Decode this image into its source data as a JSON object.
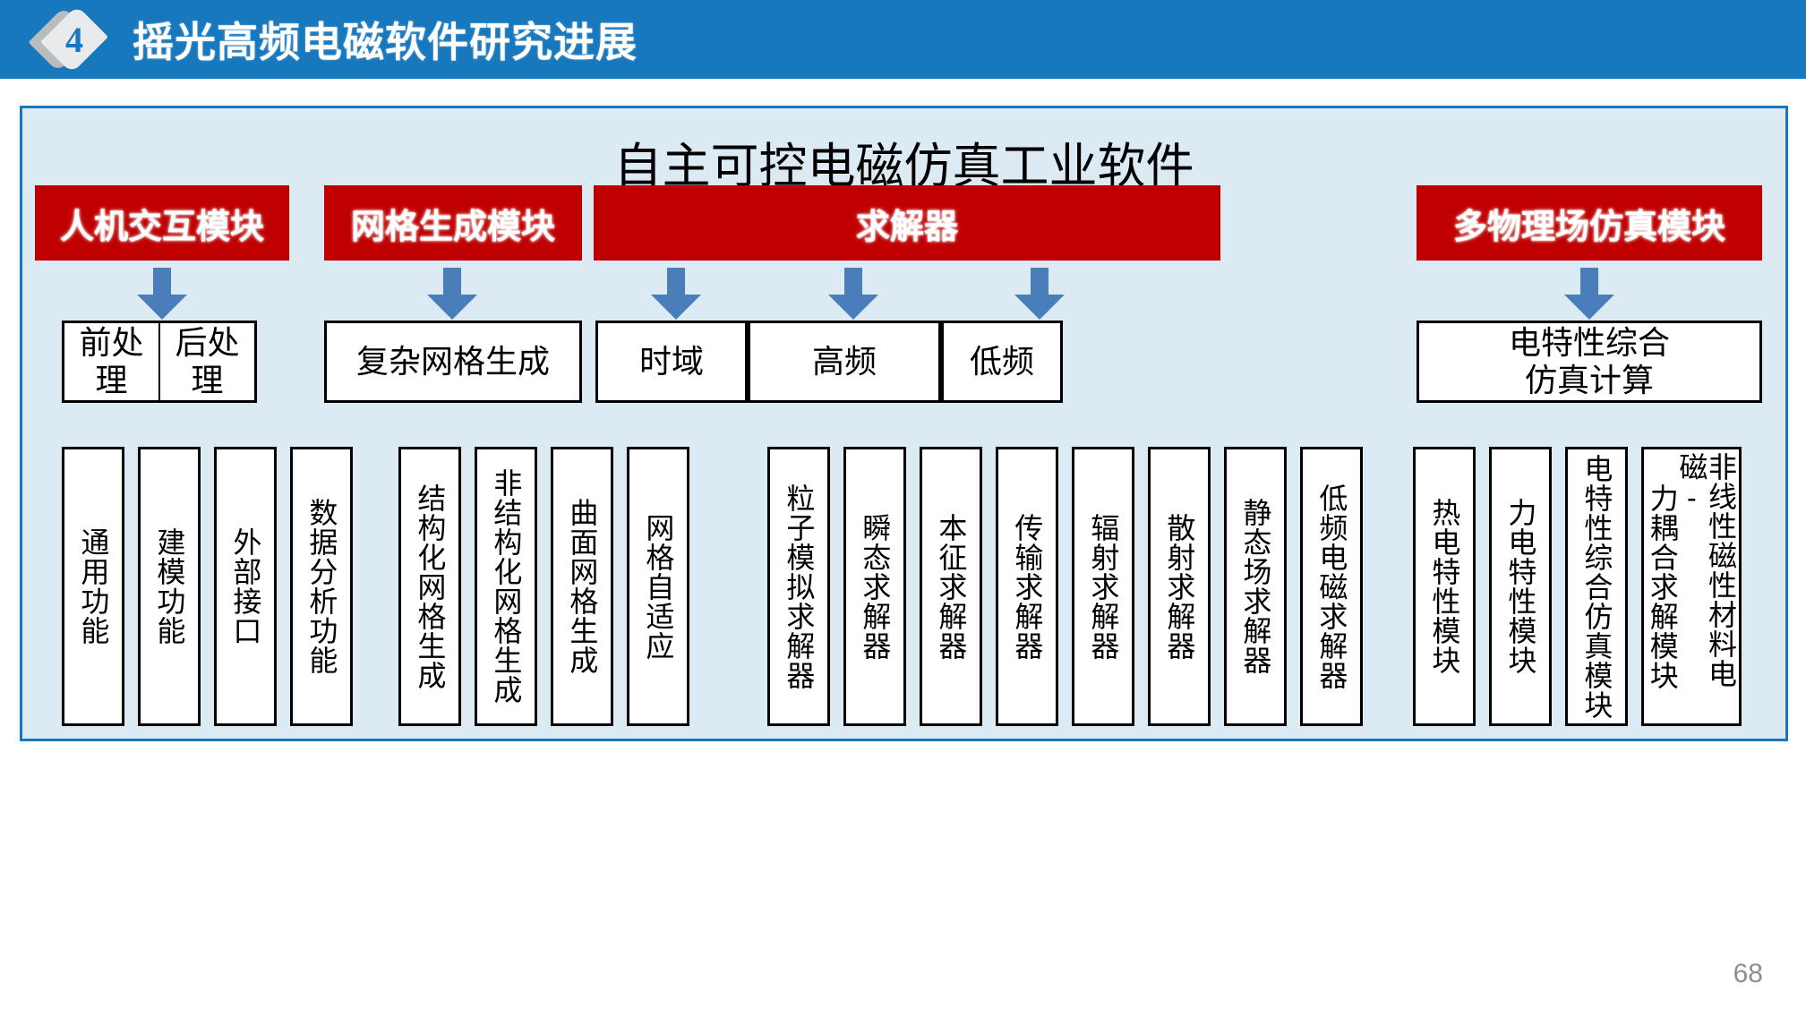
{
  "header": {
    "badge_number": "4",
    "title": "摇光高频电磁软件研究进展",
    "bar_color": "#1878BE"
  },
  "panel": {
    "title": "自主可控电磁仿真工业软件",
    "background": "#dcebf3",
    "border_color": "#1878BE"
  },
  "colors": {
    "module_red": "#C00000",
    "arrow_blue": "#4A7EBB",
    "box_border": "#000000",
    "page_number": "#8e8e8e"
  },
  "modules": [
    {
      "id": "hmi",
      "label": "人机交互模块"
    },
    {
      "id": "mesh",
      "label": "网格生成模块"
    },
    {
      "id": "solver",
      "label": "求解器"
    },
    {
      "id": "multiphysics",
      "label": "多物理场仿真模块"
    }
  ],
  "sub_boxes": [
    {
      "id": "pre",
      "label": "前处理"
    },
    {
      "id": "post",
      "label": "后处理"
    },
    {
      "id": "complex-mesh",
      "label": "复杂网格生成"
    },
    {
      "id": "time-domain",
      "label": "时域"
    },
    {
      "id": "high-freq",
      "label": "高频"
    },
    {
      "id": "low-freq",
      "label": "低频"
    },
    {
      "id": "elec-comprehensive",
      "label": "电特性综合\n仿真计算",
      "line1": "电特性综合",
      "line2": "仿真计算"
    }
  ],
  "features": {
    "hmi": [
      {
        "label": "通用功能"
      },
      {
        "label": "建模功能"
      },
      {
        "label": "外部接口"
      },
      {
        "label": "数据分析功能"
      }
    ],
    "mesh": [
      {
        "label": "结构化网格生成"
      },
      {
        "label": "非结构化网格生成"
      },
      {
        "label": "曲面网格生成"
      },
      {
        "label": "网格自适应"
      }
    ],
    "solver": [
      {
        "label": "粒子模拟求解器"
      },
      {
        "label": "瞬态求解器"
      },
      {
        "label": "本征求解器"
      },
      {
        "label": "传输求解器"
      },
      {
        "label": "辐射求解器"
      },
      {
        "label": "散射求解器"
      },
      {
        "label": "静态场求解器"
      },
      {
        "label": "低频电磁求解器"
      }
    ],
    "multiphysics": [
      {
        "label": "热电特性模块"
      },
      {
        "label": "力电特性模块"
      },
      {
        "label": "电特性综合仿真模块"
      },
      {
        "label": "非线性磁性材料电磁-力耦合求解模块",
        "col1": "非线性磁性材料电磁-",
        "col2": "力耦合求解模块"
      }
    ]
  },
  "footer": {
    "page_number": "68"
  }
}
